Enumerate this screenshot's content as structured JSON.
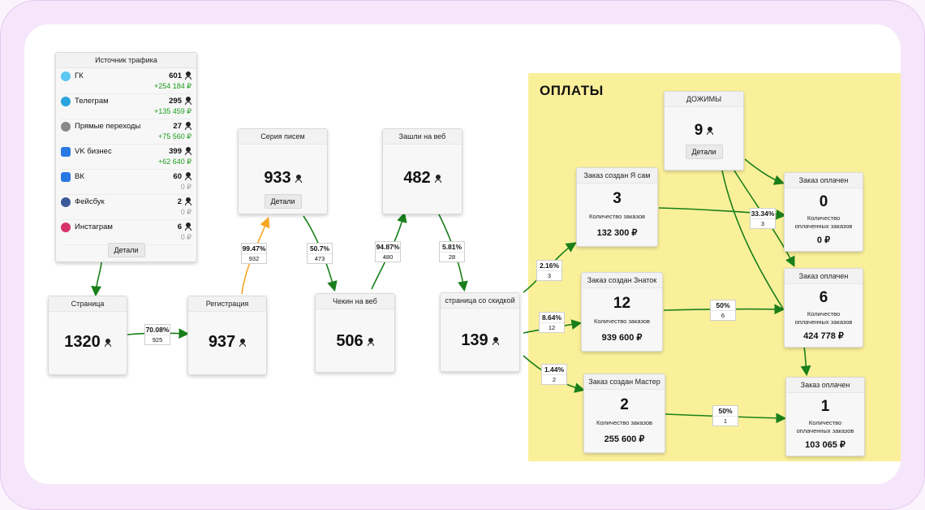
{
  "payments_title": "ОПЛАТЫ",
  "source": {
    "title": "Источник трафика",
    "items": [
      {
        "name": "ГК",
        "count": "601",
        "money": "+254 184 ₽",
        "icon": "gk-icon",
        "color": "#5bc7f2",
        "money_color": "#1a9c1a"
      },
      {
        "name": "Телеграм",
        "count": "295",
        "money": "+135 459 ₽",
        "icon": "telegram-icon",
        "color": "#2aa3dd",
        "money_color": "#1a9c1a"
      },
      {
        "name": "Прямые переходы",
        "count": "27",
        "money": "+75 560 ₽",
        "icon": "direct-icon",
        "color": "#8a8a8a",
        "money_color": "#1a9c1a"
      },
      {
        "name": "VK бизнес",
        "count": "399",
        "money": "+62 640 ₽",
        "icon": "vk-business-icon",
        "color": "#2a78e4",
        "money_color": "#1a9c1a"
      },
      {
        "name": "ВК",
        "count": "60",
        "money": "0 ₽",
        "icon": "vk-icon",
        "color": "#2a78e4",
        "money_color": "#9a9a9a"
      },
      {
        "name": "Фейсбук",
        "count": "2",
        "money": "0 ₽",
        "icon": "facebook-icon",
        "color": "#3b5998",
        "money_color": "#9a9a9a"
      },
      {
        "name": "Инстаграм",
        "count": "6",
        "money": "0 ₽",
        "icon": "instagram-icon",
        "color": "#d6336c",
        "money_color": "#9a9a9a"
      }
    ],
    "details": "Детали"
  },
  "nodes": {
    "page": {
      "title": "Страница",
      "value": "1320"
    },
    "registration": {
      "title": "Регистрация",
      "value": "937"
    },
    "letters": {
      "title": "Серия писем",
      "value": "933",
      "details": "Детали"
    },
    "webinar_in": {
      "title": "Зашли на веб",
      "value": "482"
    },
    "checkin": {
      "title": "Чекин на веб",
      "value": "506"
    },
    "discount": {
      "title": "страница со скидкой",
      "value": "139"
    },
    "push": {
      "title": "ДОЖИМЫ",
      "value": "9",
      "details": "Детали"
    },
    "order_self": {
      "title": "Заказ создан Я сам",
      "value": "3",
      "sub": "Количество заказов",
      "money": "132 300 ₽"
    },
    "order_expert": {
      "title": "Заказ создан Знаток",
      "value": "12",
      "sub": "Количество заказов",
      "money": "939 600 ₽"
    },
    "order_master": {
      "title": "Заказ создан Мастер",
      "value": "2",
      "sub": "Количество заказов",
      "money": "255 600 ₽"
    },
    "paid_1": {
      "title": "Заказ оплачен",
      "value": "0",
      "sub": "Количество оплаченных заказов",
      "money": "0 ₽"
    },
    "paid_2": {
      "title": "Заказ оплачен",
      "value": "6",
      "sub": "Количество оплаченных заказов",
      "money": "424 778 ₽"
    },
    "paid_3": {
      "title": "Заказ оплачен",
      "value": "1",
      "sub": "Количество оплаченных заказов",
      "money": "103 065 ₽"
    }
  },
  "edges": {
    "page_reg": {
      "pct": "70.08%",
      "count": "925"
    },
    "reg_letters": {
      "pct": "99.47%",
      "count": "932"
    },
    "letters_checkin": {
      "pct": "50.7%",
      "count": "473"
    },
    "checkin_webin": {
      "pct": "94.87%",
      "count": "480"
    },
    "webin_discount": {
      "pct": "5.81%",
      "count": "28"
    },
    "disc_self": {
      "pct": "2.16%",
      "count": "3"
    },
    "disc_expert": {
      "pct": "8.64%",
      "count": "12"
    },
    "disc_master": {
      "pct": "1.44%",
      "count": "2"
    },
    "self_paid1": {
      "pct": "33.34%",
      "count": "3"
    },
    "expert_paid2": {
      "pct": "50%",
      "count": "6"
    },
    "master_paid3": {
      "pct": "50%",
      "count": "1"
    }
  },
  "colors": {
    "arrow_green": "#1a7f1a",
    "arrow_orange": "#f5a623",
    "payments_bg": "#fbf09a",
    "frame": "#f6e6fb"
  }
}
